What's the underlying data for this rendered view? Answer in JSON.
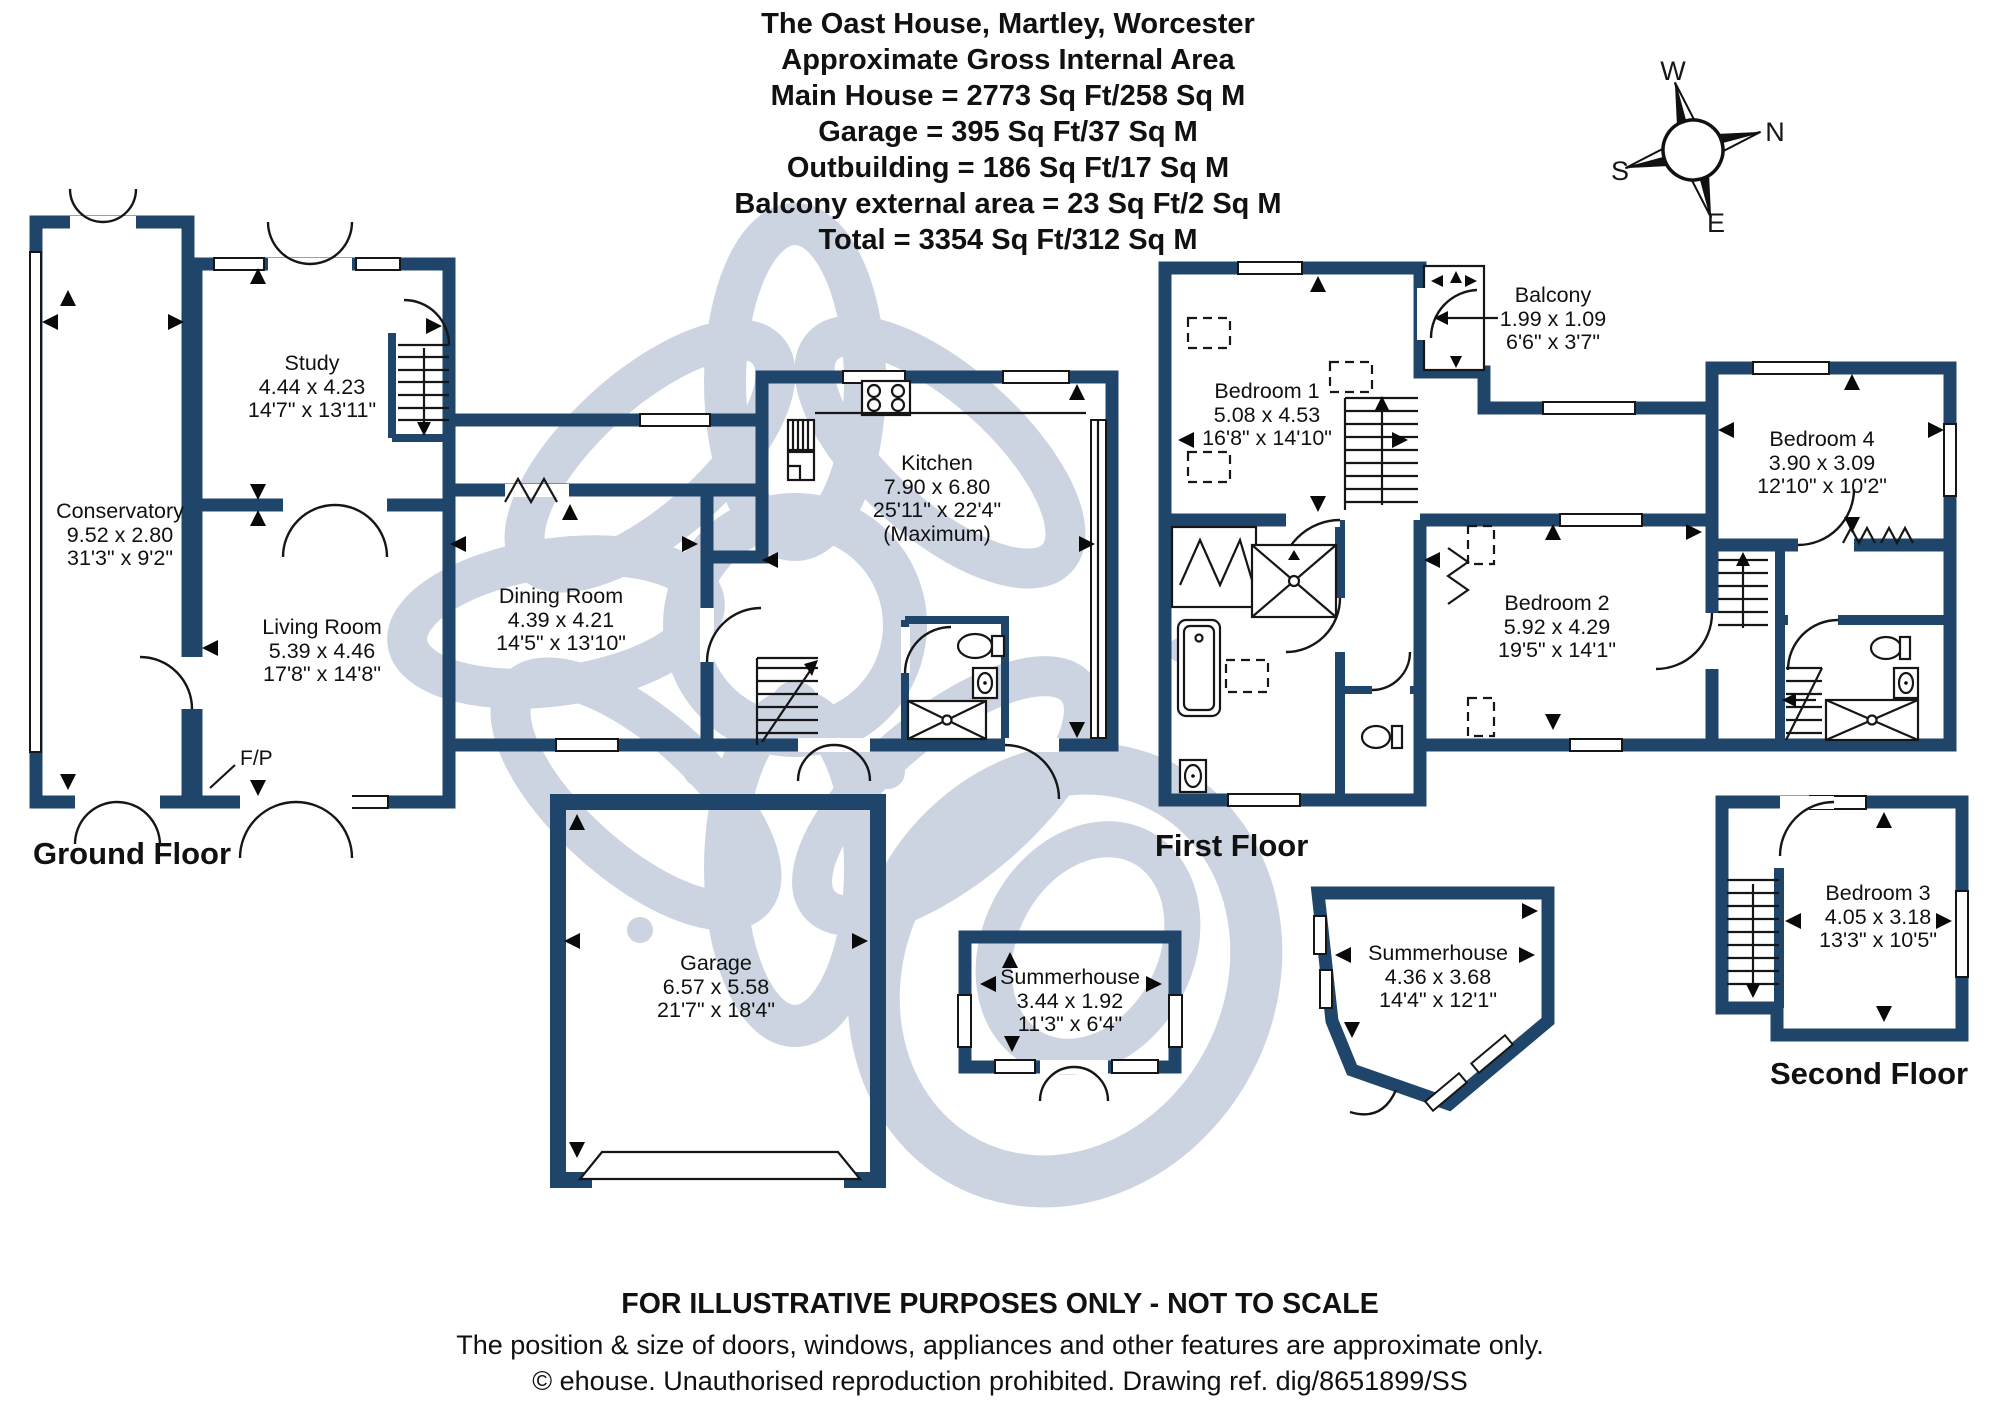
{
  "header": {
    "lines": [
      "The Oast House, Martley, Worcester",
      "Approximate Gross Internal Area",
      "Main House = 2773 Sq Ft/258 Sq M",
      "Garage = 395 Sq Ft/37 Sq M",
      "Outbuilding = 186 Sq Ft/17 Sq M",
      "Balcony external area = 23 Sq Ft/2 Sq M",
      "Total = 3354 Sq Ft/312 Sq M"
    ]
  },
  "compass": {
    "north": "N",
    "south": "S",
    "east": "E",
    "west": "W"
  },
  "floors": {
    "ground": "Ground Floor",
    "first": "First Floor",
    "second": "Second Floor"
  },
  "rooms": {
    "conservatory": {
      "name": "Conservatory",
      "metric": "9.52 x 2.80",
      "imperial": "31'3\" x 9'2\""
    },
    "study": {
      "name": "Study",
      "metric": "4.44 x 4.23",
      "imperial": "14'7\" x 13'11\""
    },
    "living_room": {
      "name": "Living Room",
      "metric": "5.39 x 4.46",
      "imperial": "17'8\" x 14'8\""
    },
    "dining_room": {
      "name": "Dining Room",
      "metric": "4.39 x 4.21",
      "imperial": "14'5\" x 13'10\""
    },
    "kitchen": {
      "name": "Kitchen",
      "metric": "7.90 x 6.80",
      "imperial": "25'11\" x 22'4\"",
      "note": "(Maximum)"
    },
    "bedroom1": {
      "name": "Bedroom 1",
      "metric": "5.08 x 4.53",
      "imperial": "16'8\" x 14'10\""
    },
    "bedroom2": {
      "name": "Bedroom 2",
      "metric": "5.92 x 4.29",
      "imperial": "19'5\" x 14'1\""
    },
    "bedroom3": {
      "name": "Bedroom 3",
      "metric": "4.05 x 3.18",
      "imperial": "13'3\" x 10'5\""
    },
    "bedroom4": {
      "name": "Bedroom 4",
      "metric": "3.90 x 3.09",
      "imperial": "12'10\" x 10'2\""
    },
    "balcony": {
      "name": "Balcony",
      "metric": "1.99 x 1.09",
      "imperial": "6'6\" x 3'7\""
    },
    "garage": {
      "name": "Garage",
      "metric": "6.57 x 5.58",
      "imperial": "21'7\" x 18'4\""
    },
    "summerhouse_small": {
      "name": "Summerhouse",
      "metric": "3.44 x 1.92",
      "imperial": "11'3\" x 6'4\""
    },
    "summerhouse_large": {
      "name": "Summerhouse",
      "metric": "4.36 x 3.68",
      "imperial": "14'4\" x 12'1\""
    }
  },
  "annotations": {
    "fireplace": "F/P"
  },
  "footer": {
    "lines": [
      "FOR ILLUSTRATIVE PURPOSES ONLY - NOT TO SCALE",
      "The position & size of doors, windows, appliances and other features are approximate only.",
      "© ehouse. Unauthorised reproduction prohibited. Drawing ref. dig/8651899/SS"
    ]
  },
  "colors": {
    "wall": "#20456a",
    "watermark": "#ccd4e1",
    "text": "#111111"
  }
}
